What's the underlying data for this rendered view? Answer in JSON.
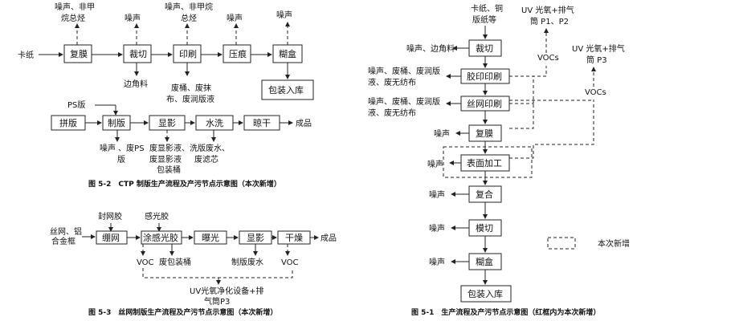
{
  "fig52": {
    "caption": "图 5-2　CTP 制版生产流程及产污节点示意图（本次新增）",
    "input": "卡纸",
    "steps": [
      "复膜",
      "裁切",
      "印刷",
      "压痕",
      "糊盒",
      "包装入库"
    ],
    "top_outputs": [
      "噪声、非甲",
      "烷总烃",
      "噪声",
      "噪声、非甲烷",
      "总烃",
      "噪声",
      "噪声"
    ],
    "bottom_outputs": [
      "边角料",
      "废桶、废抹",
      "布、废润版液"
    ],
    "plate_input": "PS版",
    "plate_steps": [
      "拼版",
      "制版",
      "显影",
      "水洗",
      "晾干"
    ],
    "plate_output": "成品",
    "plate_bottom": [
      "噪声 、废PS",
      "版",
      "废显影液、洗版废水、",
      "废显影液",
      "废滤芯",
      "包装桶"
    ]
  },
  "fig53": {
    "caption": "图 5-3　丝网制版生产流程及产污节点示意图（本次新增）",
    "input_lines": [
      "丝网、铝",
      "合金框"
    ],
    "top_inputs": [
      "封网胶",
      "感光胶"
    ],
    "steps": [
      "绷网",
      "涂感光胶",
      "曝光",
      "显影",
      "干燥"
    ],
    "output": "成品",
    "bottom_outputs": [
      "VOC",
      "废包装桶",
      "制版废水",
      "VOC"
    ],
    "treatment_lines": [
      "UV光氧净化设备+排",
      "气筒P3"
    ]
  },
  "fig51": {
    "caption": "图 5-1　生产流程及产污节点示意图（红框内为本次新增）",
    "input_lines": [
      "卡纸、铜",
      "版纸等"
    ],
    "steps": [
      "裁切",
      "胶印印刷",
      "丝网印刷",
      "复膜",
      "表面加工",
      "复合",
      "模切",
      "糊盒",
      "包装入库"
    ],
    "left_outputs": [
      "噪声、边角料",
      "噪声、废桶、废润版",
      "液、废无纺布",
      "噪声、废桶、废润版",
      "液、废无纺布",
      "噪声",
      "噪声",
      "噪声",
      "噪声",
      "噪声"
    ],
    "right_labels": [
      "UV 光氧+排气",
      "筒 P1、P2",
      "VOCs",
      "UV 光氧+排气",
      "筒 P3",
      "VOCs"
    ],
    "legend": "本次新增"
  }
}
